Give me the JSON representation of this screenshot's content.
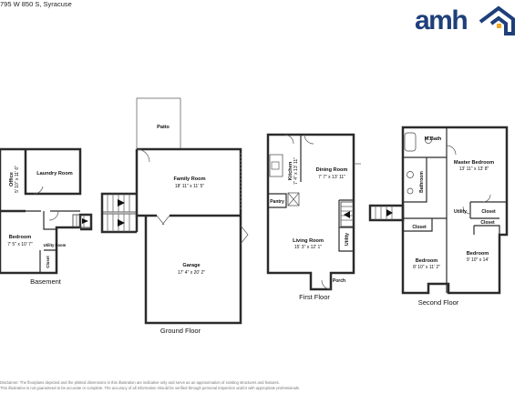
{
  "header": {
    "address": "795 W 850 S, Syracuse",
    "brand": "amh"
  },
  "floors": {
    "basement": {
      "title": "Basement",
      "office": "Office",
      "office_dim": "5' 10\" x 11' 6\"",
      "laundry": "Laundry Room",
      "bedroom": "Bedroom",
      "bedroom_dim": "7' 5\" x 10' 7\"",
      "utility": "Utility Room",
      "closet": "Closet"
    },
    "ground": {
      "title": "Ground Floor",
      "patio": "Patio",
      "family": "Family Room",
      "family_dim": "18' 11\" x 11' 5\"",
      "garage": "Garage",
      "garage_dim": "17' 4\" x 20' 2\""
    },
    "first": {
      "title": "First Floor",
      "kitchen": "Kitchen",
      "kitchen_dim": "7' 4\" x 13' 11\"",
      "dining": "Dining Room",
      "dining_dim": "7' 7\" x 13' 11\"",
      "pantry": "Pantry",
      "living": "Living Room",
      "living_dim": "15' 3\" x 12' 1\"",
      "utility": "Utility",
      "porch": "Porch"
    },
    "second": {
      "title": "Second Floor",
      "mbath": "M.Bath",
      "master": "Master Bedroom",
      "master_dim": "13' 11\" x 13' 8\"",
      "bathroom": "Bathroom",
      "closet": "Closet",
      "utility": "Utility",
      "bedroom1": "Bedroom",
      "bedroom1_dim": "8' 10\" x 11' 2\"",
      "bedroom2": "Bedroom",
      "bedroom2_dim": "9' 10\" x 14'"
    }
  },
  "disclaimer": {
    "line1": "Disclaimer: The floorplans depicted and the plotted dimensions in this illustration are indicative only and serve as an approximation of existing structures and features.",
    "line2": "This illustration is not guaranteed to be accurate or complete. The accuracy of all information should be verified through personal inspection and/or with appropriate professionals."
  }
}
